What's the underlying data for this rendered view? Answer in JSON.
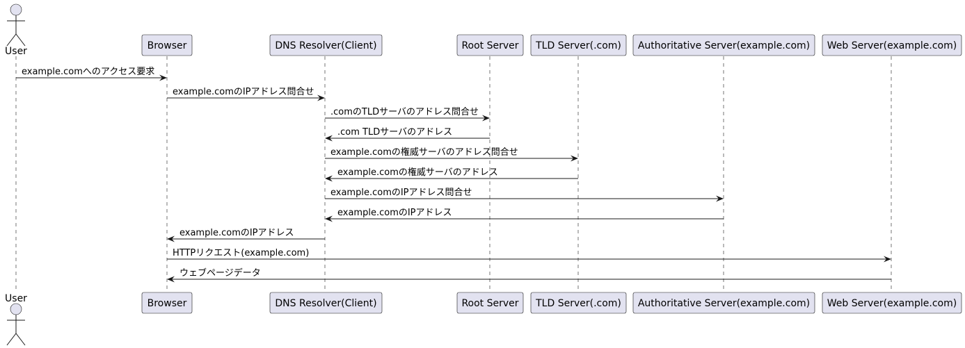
{
  "participants": [
    {
      "id": "user",
      "label": "User",
      "kind": "actor"
    },
    {
      "id": "browser",
      "label": "Browser",
      "kind": "box"
    },
    {
      "id": "resolver",
      "label": "DNS Resolver(Client)",
      "kind": "box"
    },
    {
      "id": "root",
      "label": "Root Server",
      "kind": "box"
    },
    {
      "id": "tld",
      "label": "TLD Server(.com)",
      "kind": "box"
    },
    {
      "id": "auth",
      "label": "Authoritative Server(example.com)",
      "kind": "box"
    },
    {
      "id": "web",
      "label": "Web Server(example.com)",
      "kind": "box"
    }
  ],
  "messages": [
    {
      "from": "user",
      "to": "browser",
      "label": "example.comへのアクセス要求"
    },
    {
      "from": "browser",
      "to": "resolver",
      "label": "example.comのIPアドレス問合せ"
    },
    {
      "from": "resolver",
      "to": "root",
      "label": ".comのTLDサーバのアドレス問合せ"
    },
    {
      "from": "root",
      "to": "resolver",
      "label": ".com TLDサーバのアドレス"
    },
    {
      "from": "resolver",
      "to": "tld",
      "label": "example.comの権威サーバのアドレス問合せ"
    },
    {
      "from": "tld",
      "to": "resolver",
      "label": "example.comの権威サーバのアドレス"
    },
    {
      "from": "resolver",
      "to": "auth",
      "label": "example.comのIPアドレス問合せ"
    },
    {
      "from": "auth",
      "to": "resolver",
      "label": "example.comのIPアドレス"
    },
    {
      "from": "resolver",
      "to": "browser",
      "label": "example.comのIPアドレス"
    },
    {
      "from": "browser",
      "to": "web",
      "label": "HTTPリクエスト(example.com)"
    },
    {
      "from": "web",
      "to": "browser",
      "label": "ウェブページデータ"
    }
  ],
  "colors": {
    "participant_fill": "#e2e2f0",
    "line": "#181818"
  }
}
